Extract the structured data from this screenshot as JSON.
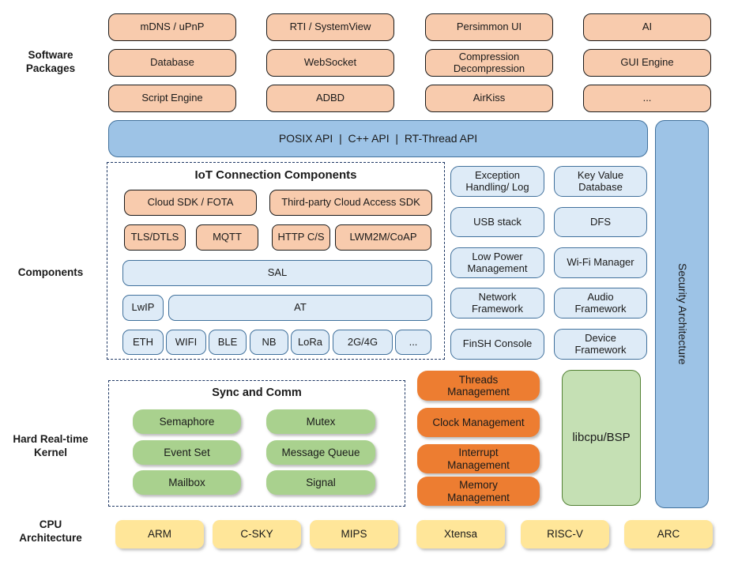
{
  "colors": {
    "package_fill": "#F8CBAD",
    "api_bar_fill": "#9DC3E6",
    "component_fill": "#DEEBF7",
    "component_border": "#41719C",
    "kernel_green_fill": "#A9D18E",
    "management_orange_fill": "#ED7D31",
    "cpu_yellow_fill": "#FFE699",
    "libcpu_fill": "#C5E0B4",
    "libcpu_border": "#538135",
    "dashed_border": "#1F3864"
  },
  "side_labels": {
    "software_packages": "Software\nPackages",
    "components": "Components",
    "kernel": "Hard Real-time\nKernel",
    "cpu": "CPU\nArchitecture"
  },
  "software_packages": {
    "items": [
      "mDNS / uPnP",
      "RTI / SystemView",
      "Persimmon UI",
      "AI",
      "Database",
      "WebSocket",
      "Compression\nDecompression",
      "GUI Engine",
      "Script Engine",
      "ADBD",
      "AirKiss",
      "..."
    ]
  },
  "api_bar": {
    "label": "POSIX API  |  C++ API  |  RT-Thread API"
  },
  "security_bar": {
    "label": "Security Architecture"
  },
  "iot_components": {
    "title": "IoT Connection Components",
    "cloud_sdk": "Cloud SDK / FOTA",
    "third_party": "Third-party Cloud Access SDK",
    "protocols": [
      "TLS/DTLS",
      "MQTT",
      "HTTP C/S",
      "LWM2M/CoAP"
    ],
    "sal": "SAL",
    "lwip": "LwIP",
    "at": "AT",
    "links": [
      "ETH",
      "WIFI",
      "BLE",
      "NB",
      "LoRa",
      "2G/4G",
      "..."
    ]
  },
  "service_components": {
    "items": [
      "Exception\nHandling/ Log",
      "Key Value\nDatabase",
      "USB stack",
      "DFS",
      "Low Power\nManagement",
      "Wi-Fi Manager",
      "Network\nFramework",
      "Audio\nFramework",
      "FinSH Console",
      "Device\nFramework"
    ]
  },
  "kernel": {
    "sync_title": "Sync and Comm",
    "sync_items": [
      "Semaphore",
      "Mutex",
      "Event Set",
      "Message Queue",
      "Mailbox",
      "Signal"
    ],
    "management_items": [
      "Threads\nManagement",
      "Clock Management",
      "Interrupt\nManagement",
      "Memory\nManagement"
    ],
    "libcpu": "libcpu/BSP"
  },
  "cpu_architectures": [
    "ARM",
    "C-SKY",
    "MIPS",
    "Xtensa",
    "RISC-V",
    "ARC"
  ]
}
